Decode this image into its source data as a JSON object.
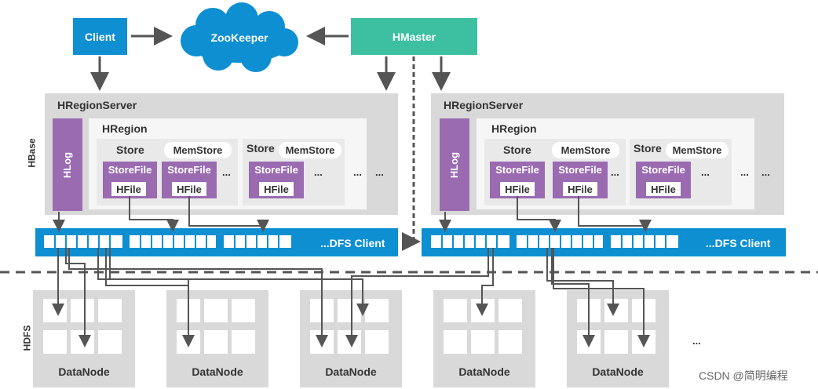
{
  "labels": {
    "client": "Client",
    "zookeeper": "ZooKeeper",
    "hmaster": "HMaster",
    "hbase": "HBase",
    "hdfs": "HDFS",
    "hregionserver": "HRegionServer",
    "hregion": "HRegion",
    "hlog": "HLog",
    "store": "Store",
    "memstore": "MemStore",
    "storefile": "StoreFile",
    "hfile": "HFile",
    "ellipsis": "...",
    "dfs_client": "...DFS Client",
    "datanode": "DataNode",
    "watermark": "CSDN @简明编程"
  },
  "colors": {
    "client_blue": "#0d8fd1",
    "hmaster_green": "#3cc0a1",
    "hlog_purple": "#9a6bb1",
    "server_gray": "#d9d9d9",
    "arrow": "#555555"
  }
}
